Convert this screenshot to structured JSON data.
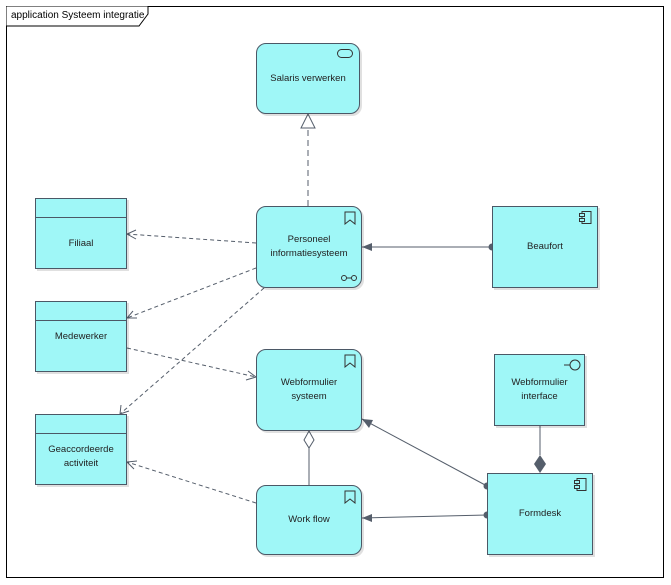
{
  "diagram": {
    "frame_title": "application Systeem integratie",
    "nodes": {
      "salaris": "Salaris verwerken",
      "personeel": "Personeel\ninformatiesysteem",
      "beaufort": "Beaufort",
      "filiaal": "Filiaal",
      "medewerker": "Medewerker",
      "webformulier_systeem": "Webformulier systeem",
      "webformulier_interface": "Webformulier\ninterface",
      "geaccordeerde": "Geaccordeerde\nactiviteit",
      "workflow": "Work flow",
      "formdesk": "Formdesk"
    }
  }
}
